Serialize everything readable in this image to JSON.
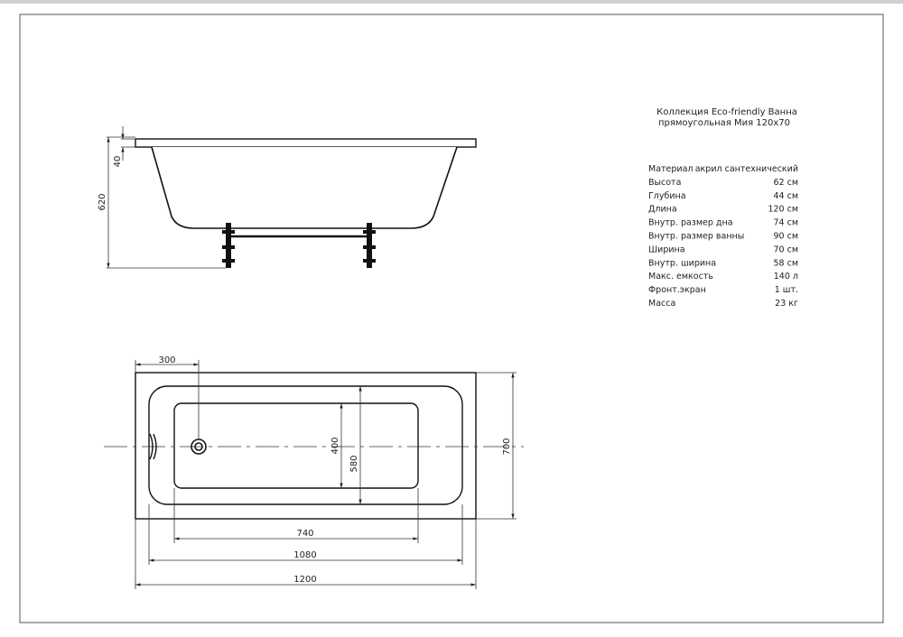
{
  "title": {
    "line1": "Коллекция Eco-friendly Ванна",
    "line2": "прямоугольная  Мия 120х70"
  },
  "specs": [
    {
      "label": "Материал",
      "value": "акрил сантехнический"
    },
    {
      "label": "Высота",
      "value": "62 см"
    },
    {
      "label": "Глубина",
      "value": "44 см"
    },
    {
      "label": "Длина",
      "value": "120 см"
    },
    {
      "label": "Внутр. размер дна",
      "value": "74 см"
    },
    {
      "label": "Внутр. размер ванны",
      "value": "90 см"
    },
    {
      "label": "Ширина",
      "value": "70 см"
    },
    {
      "label": "Внутр. ширина",
      "value": "58 см"
    },
    {
      "label": "Макс. емкость",
      "value": "140 л"
    },
    {
      "label": "Фронт.экран",
      "value": "1 шт."
    },
    {
      "label": "Масса",
      "value": "23 кг"
    }
  ],
  "side_view": {
    "dim_height": "620",
    "dim_rim": "40"
  },
  "top_view": {
    "dim_drain_offset": "300",
    "dim_inner_width_bottom": "400",
    "dim_inner_width": "580",
    "dim_total_width": "700",
    "dim_bottom_length": "740",
    "dim_inner_length": "1080",
    "dim_total_length": "1200"
  }
}
